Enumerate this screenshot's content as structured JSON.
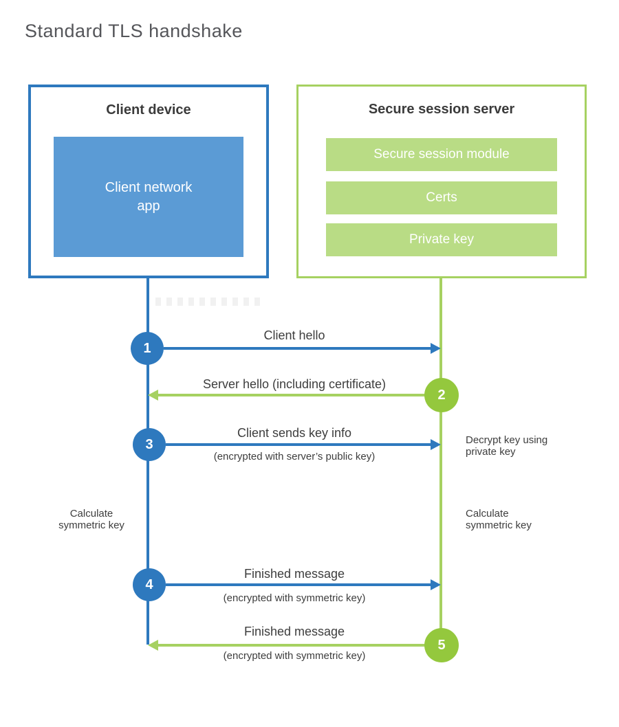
{
  "title": "Standard TLS handshake",
  "colors": {
    "blue": "#2e79be",
    "blue_fill": "#5b9bd5",
    "green_border": "#a6d161",
    "green_fill": "#b9dc85",
    "green_circle": "#94c83d",
    "text_dark": "#3d3d3d",
    "title_gray": "#55565a"
  },
  "client": {
    "title": "Client device",
    "app_label": "Client network\napp"
  },
  "server": {
    "title": "Secure session server",
    "modules": [
      {
        "label": "Secure session module"
      },
      {
        "label": "Certs"
      },
      {
        "label": "Private key"
      }
    ]
  },
  "steps": [
    {
      "num": "1",
      "label": "Client hello",
      "sublabel": "",
      "from": "client",
      "to": "server"
    },
    {
      "num": "2",
      "label": "Server hello (including certificate)",
      "sublabel": "",
      "from": "server",
      "to": "client"
    },
    {
      "num": "3",
      "label": "Client sends key info",
      "sublabel": "(encrypted with server’s public key)",
      "from": "client",
      "to": "server"
    },
    {
      "num": "4",
      "label": "Finished message",
      "sublabel": "(encrypted with symmetric key)",
      "from": "client",
      "to": "server"
    },
    {
      "num": "5",
      "label": "Finished message",
      "sublabel": "(encrypted with symmetric key)",
      "from": "server",
      "to": "client"
    }
  ],
  "annotations": {
    "decrypt_key": "Decrypt key using\nprivate key",
    "calculate_left": "Calculate\nsymmetric key",
    "calculate_right": "Calculate\nsymmetric key"
  }
}
